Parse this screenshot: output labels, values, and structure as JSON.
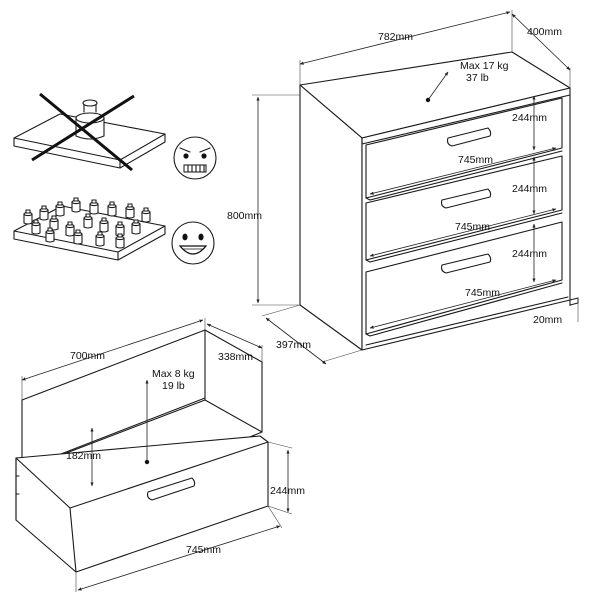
{
  "chest": {
    "width": "782mm",
    "depth": "400mm",
    "height": "800mm",
    "base_depth": "397mm",
    "load_line1": "Max 17 kg",
    "load_line2": "37 lb",
    "drawer_heights": [
      "244mm",
      "244mm",
      "244mm"
    ],
    "drawer_widths": [
      "745mm",
      "745mm",
      "745mm"
    ],
    "foot_height": "20mm"
  },
  "drawer": {
    "width": "700mm",
    "depth": "338mm",
    "inner_height": "182mm",
    "front_height": "244mm",
    "front_width": "745mm",
    "load_line1": "Max 8 kg",
    "load_line2": "19 lb"
  },
  "icons": {
    "wrong": "concentrated-load-wrong-icon",
    "right": "distributed-load-right-icon",
    "sad": "angry-face-icon",
    "happy": "happy-face-icon"
  }
}
